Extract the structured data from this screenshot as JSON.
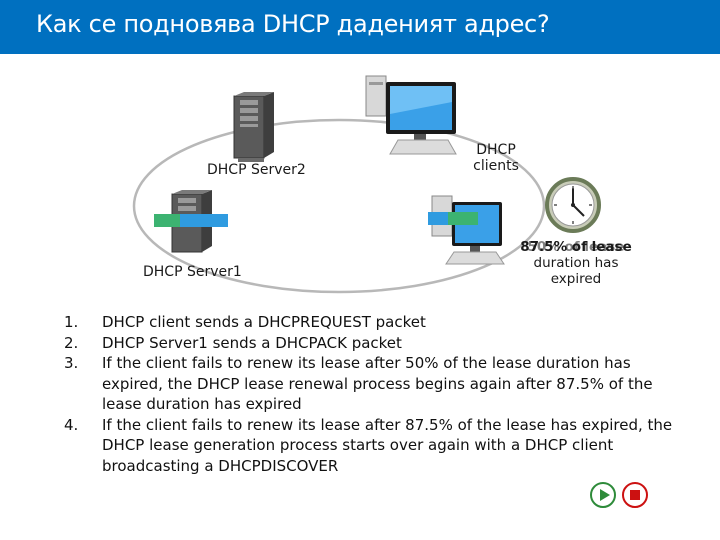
{
  "title": "Как се подновява DHCP даденият адрес?",
  "diagram": {
    "server2_label": "DHCP Server2",
    "server1_label": "DHCP Server1",
    "clients_label_line1": "DHCP",
    "clients_label_line2": "clients",
    "lease_label_line1": "87.5% of lease",
    "lease_label_line1_overlap": "50% of lease",
    "lease_label_line2": "duration has",
    "lease_label_line3": "expired",
    "colors": {
      "ring": "#b8b8b8",
      "highlight_green": "#3cb371",
      "highlight_blue": "#2f9be0"
    }
  },
  "steps": [
    {
      "num": "1.",
      "text": "DHCP client sends a DHCPREQUEST packet"
    },
    {
      "num": "2.",
      "text": "DHCP Server1 sends a DHCPACK packet"
    },
    {
      "num": "3.",
      "text": "If the client fails to renew its lease after 50% of the lease duration has expired, the DHCP lease renewal process begins again after 87.5% of the lease duration has expired"
    },
    {
      "num": "4.",
      "text": "If the client fails to renew its lease after 87.5% of the lease has expired, the DHCP lease generation process starts over again with a DHCP client broadcasting a DHCPDISCOVER"
    }
  ],
  "nav": {
    "play_icon": "play-icon",
    "stop_icon": "stop-icon"
  }
}
